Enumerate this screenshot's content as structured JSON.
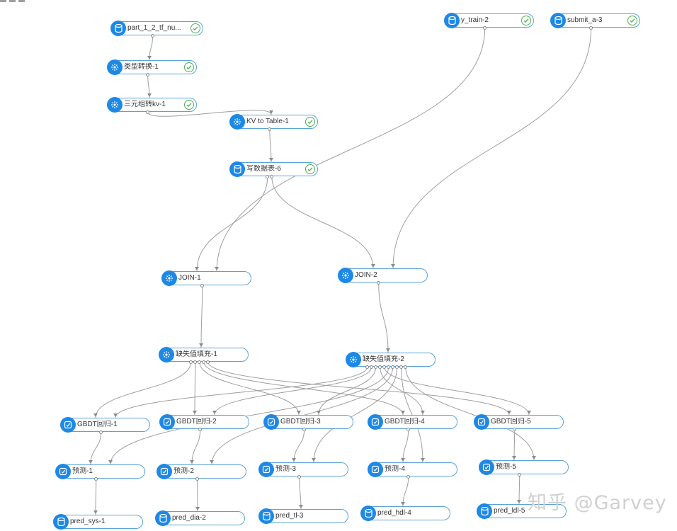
{
  "nodes": [
    {
      "id": "n1",
      "label": "part_1_2_tf_nu...",
      "icon": "database",
      "status": "success"
    },
    {
      "id": "n2",
      "label": "类型转换-1",
      "icon": "component",
      "status": "success"
    },
    {
      "id": "n3",
      "label": "三元组转kv-1",
      "icon": "component",
      "status": "success"
    },
    {
      "id": "n4",
      "label": "KV to Table-1",
      "icon": "component",
      "status": "success"
    },
    {
      "id": "n5",
      "label": "写数据表-6",
      "icon": "database",
      "status": "success"
    },
    {
      "id": "n6",
      "label": "y_train-2",
      "icon": "database",
      "status": "success"
    },
    {
      "id": "n7",
      "label": "submit_a-3",
      "icon": "database",
      "status": "success"
    },
    {
      "id": "n8",
      "label": "JOIN-1",
      "icon": "component",
      "status": ""
    },
    {
      "id": "n9",
      "label": "JOIN-2",
      "icon": "component",
      "status": ""
    },
    {
      "id": "n10",
      "label": "缺失值填充-1",
      "icon": "component",
      "status": ""
    },
    {
      "id": "n11",
      "label": "缺失值填充-2",
      "icon": "component",
      "status": ""
    },
    {
      "id": "g1",
      "label": "GBDT回归-1",
      "icon": "model",
      "status": ""
    },
    {
      "id": "g2",
      "label": "GBDT回归-2",
      "icon": "model",
      "status": ""
    },
    {
      "id": "g3",
      "label": "GBDT回归-3",
      "icon": "model",
      "status": ""
    },
    {
      "id": "g4",
      "label": "GBDT回归-4",
      "icon": "model",
      "status": ""
    },
    {
      "id": "g5",
      "label": "GBDT回归-5",
      "icon": "model",
      "status": ""
    },
    {
      "id": "p1",
      "label": "预测-1",
      "icon": "model",
      "status": ""
    },
    {
      "id": "p2",
      "label": "预测-2",
      "icon": "model",
      "status": ""
    },
    {
      "id": "p3",
      "label": "预测-3",
      "icon": "model",
      "status": ""
    },
    {
      "id": "p4",
      "label": "预测-4",
      "icon": "model",
      "status": ""
    },
    {
      "id": "p5",
      "label": "预测-5",
      "icon": "model",
      "status": ""
    },
    {
      "id": "o1",
      "label": "pred_sys-1",
      "icon": "database",
      "status": ""
    },
    {
      "id": "o2",
      "label": "pred_dia-2",
      "icon": "database",
      "status": ""
    },
    {
      "id": "o3",
      "label": "pred_tl-3",
      "icon": "database",
      "status": ""
    },
    {
      "id": "o4",
      "label": "pred_hdl-4",
      "icon": "database",
      "status": ""
    },
    {
      "id": "o5",
      "label": "pred_ldl-5",
      "icon": "database",
      "status": ""
    }
  ],
  "edges": [
    [
      "n1",
      "n2"
    ],
    [
      "n2",
      "n3"
    ],
    [
      "n3",
      "n4"
    ],
    [
      "n4",
      "n5"
    ],
    [
      "n5",
      "n8"
    ],
    [
      "n6",
      "n8"
    ],
    [
      "n5",
      "n9"
    ],
    [
      "n7",
      "n9"
    ],
    [
      "n8",
      "n10"
    ],
    [
      "n9",
      "n11"
    ],
    [
      "n10",
      "g1"
    ],
    [
      "n10",
      "g2"
    ],
    [
      "n10",
      "g3"
    ],
    [
      "n10",
      "g4"
    ],
    [
      "n10",
      "g5"
    ],
    [
      "n11",
      "g1"
    ],
    [
      "n11",
      "g2"
    ],
    [
      "n11",
      "g3"
    ],
    [
      "n11",
      "g4"
    ],
    [
      "n11",
      "g5"
    ],
    [
      "g1",
      "p1"
    ],
    [
      "n11",
      "p1"
    ],
    [
      "g2",
      "p2"
    ],
    [
      "n11",
      "p2"
    ],
    [
      "g3",
      "p3"
    ],
    [
      "n11",
      "p3"
    ],
    [
      "g4",
      "p4"
    ],
    [
      "n11",
      "p4"
    ],
    [
      "g5",
      "p5"
    ],
    [
      "n11",
      "p5"
    ],
    [
      "p1",
      "o1"
    ],
    [
      "p2",
      "o2"
    ],
    [
      "p3",
      "o3"
    ],
    [
      "p4",
      "o4"
    ],
    [
      "p5",
      "o5"
    ]
  ],
  "colors": {
    "accent": "#1e88e5",
    "success": "#4caf50",
    "edge": "#9e9e9e"
  },
  "watermark": "知乎 @Garvey"
}
